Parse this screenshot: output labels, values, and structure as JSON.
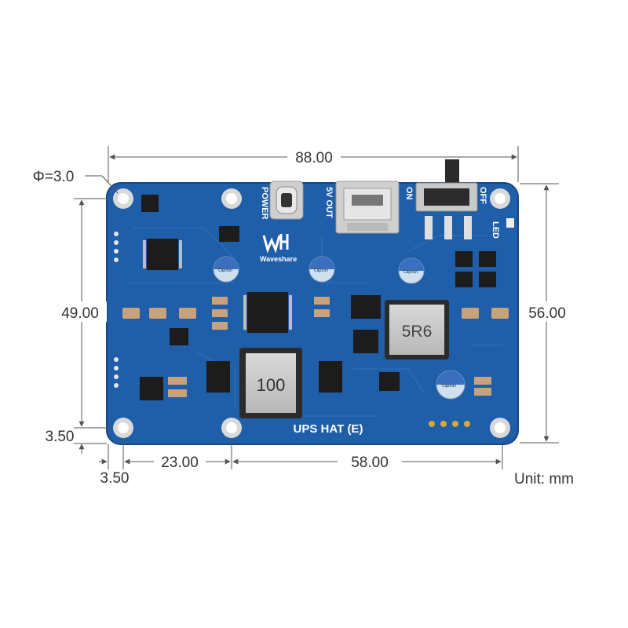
{
  "dimensions": {
    "width": "88.00",
    "height_total": "56.00",
    "hole_spacing_vertical": "49.00",
    "hole_spacing_h1": "23.00",
    "hole_spacing_h2": "58.00",
    "offset_bottom": "3.50",
    "offset_left": "3.50",
    "hole_diameter": "Φ=3.0",
    "unit": "Unit: mm"
  },
  "board": {
    "title": "UPS HAT (E)",
    "brand": "Waveshare",
    "inductor_large": "100",
    "inductor_small": "5R6",
    "labels": {
      "power": "POWER",
      "out": "5V OUT",
      "on": "ON",
      "off": "OFF",
      "led": "LED"
    },
    "capacitor_text": "CapXon"
  },
  "colors": {
    "pcb": "#1f5ea8",
    "pcb_dark": "#18508f",
    "pad": "#d6d6d6",
    "chip": "#1b1b1b",
    "line": "#555555"
  }
}
